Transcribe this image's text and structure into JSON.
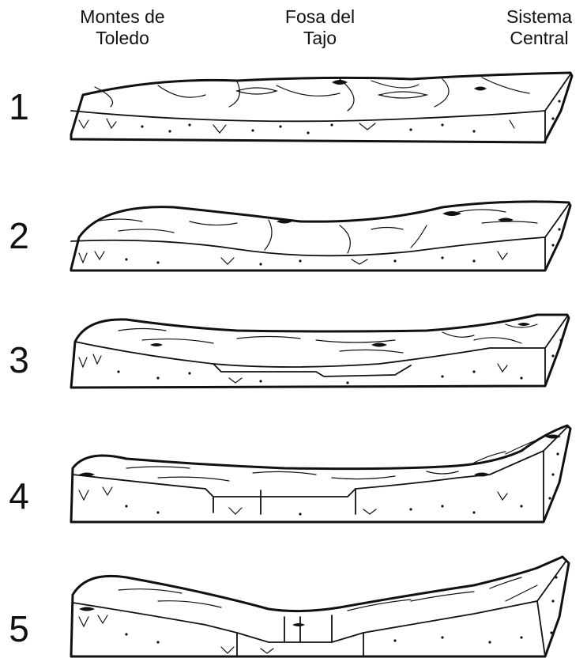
{
  "headers": {
    "left": "Montes de\nToledo",
    "middle": "Fosa del\nTajo",
    "right": "Sistema\nCentral"
  },
  "stages": [
    "1",
    "2",
    "3",
    "4",
    "5"
  ]
}
